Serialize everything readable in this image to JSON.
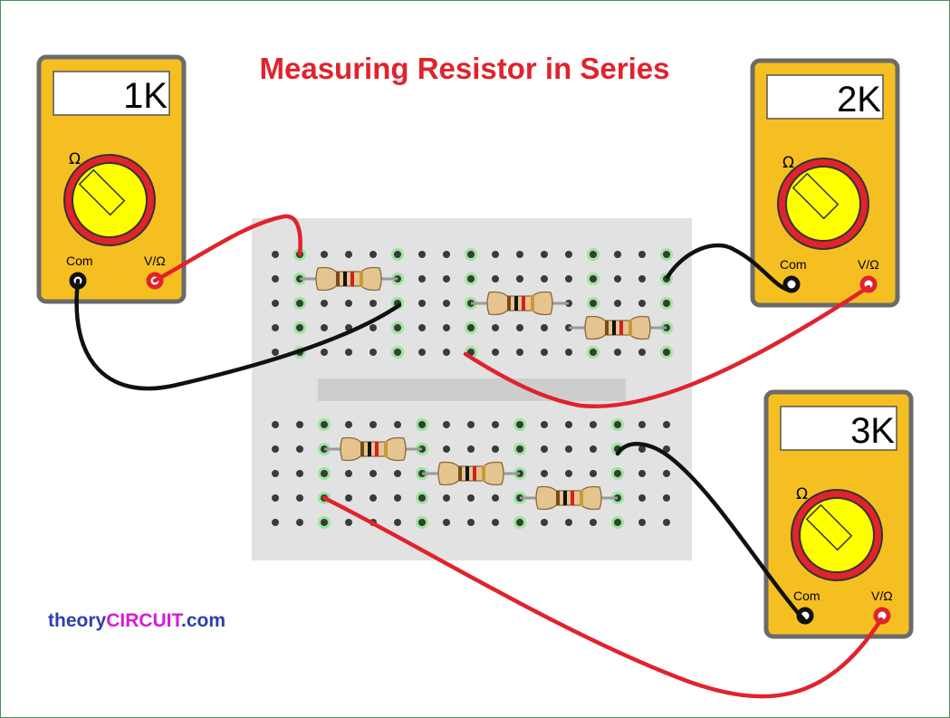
{
  "title": "Measuring Resistor in Series",
  "meters": [
    {
      "reading": "1K",
      "dial_label": "Ω",
      "com_label": "Com",
      "vo_label": "V/Ω"
    },
    {
      "reading": "2K",
      "dial_label": "Ω",
      "com_label": "Com",
      "vo_label": "V/Ω"
    },
    {
      "reading": "3K",
      "dial_label": "Ω",
      "com_label": "Com",
      "vo_label": "V/Ω"
    }
  ],
  "brand": {
    "part1": "theory",
    "part2": "CIRCUIT",
    "part3": ".com"
  },
  "colors": {
    "title": "#e0232c",
    "meter_body": "#f6bf21",
    "meter_border": "#6b6b6b",
    "dial_face": "#ffff00",
    "dial_ring": "#e0232c",
    "wire_red": "#e0232c",
    "wire_black": "#111111",
    "breadboard": "#e2e2e2",
    "brand_blue": "#2f3fa8",
    "brand_magenta": "#d61adb"
  }
}
